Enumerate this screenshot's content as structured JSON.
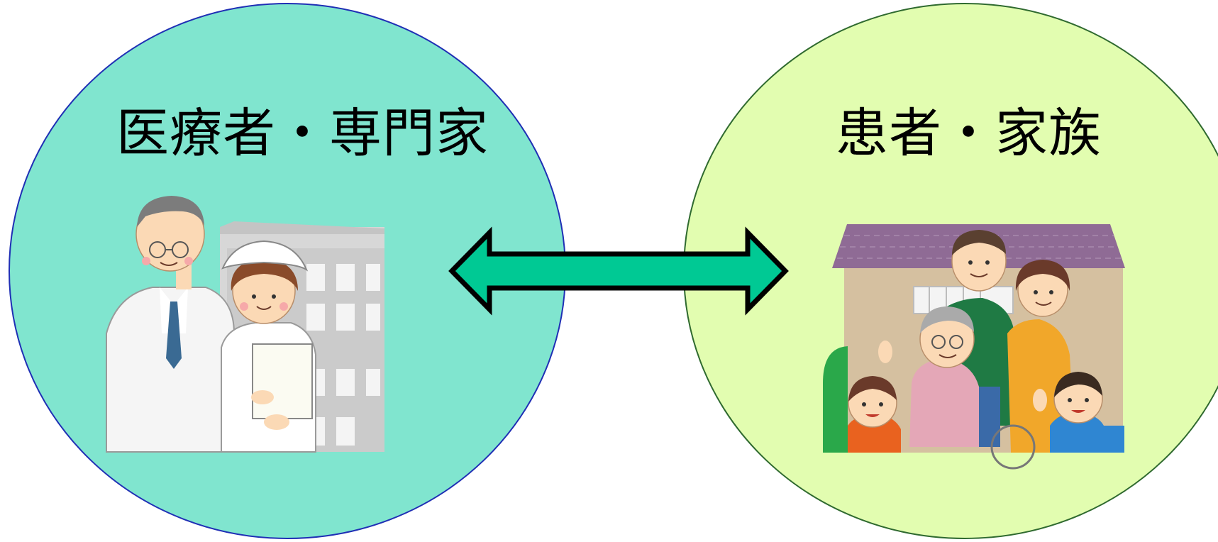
{
  "left_group": {
    "label": "医療者・専門家",
    "circle_color": "#80e5cf",
    "circle_stroke": "#1f2fb5"
  },
  "right_group": {
    "label": "患者・家族",
    "circle_color": "#e2fdb0",
    "circle_stroke": "#2f6a2f"
  },
  "connector": {
    "type": "bidirectional-arrow",
    "fill_color": "#00c994",
    "stroke_color": "#000000"
  },
  "illustrations": {
    "left": "doctor-and-nurse-illustration",
    "right": "family-with-grandparent-illustration"
  }
}
